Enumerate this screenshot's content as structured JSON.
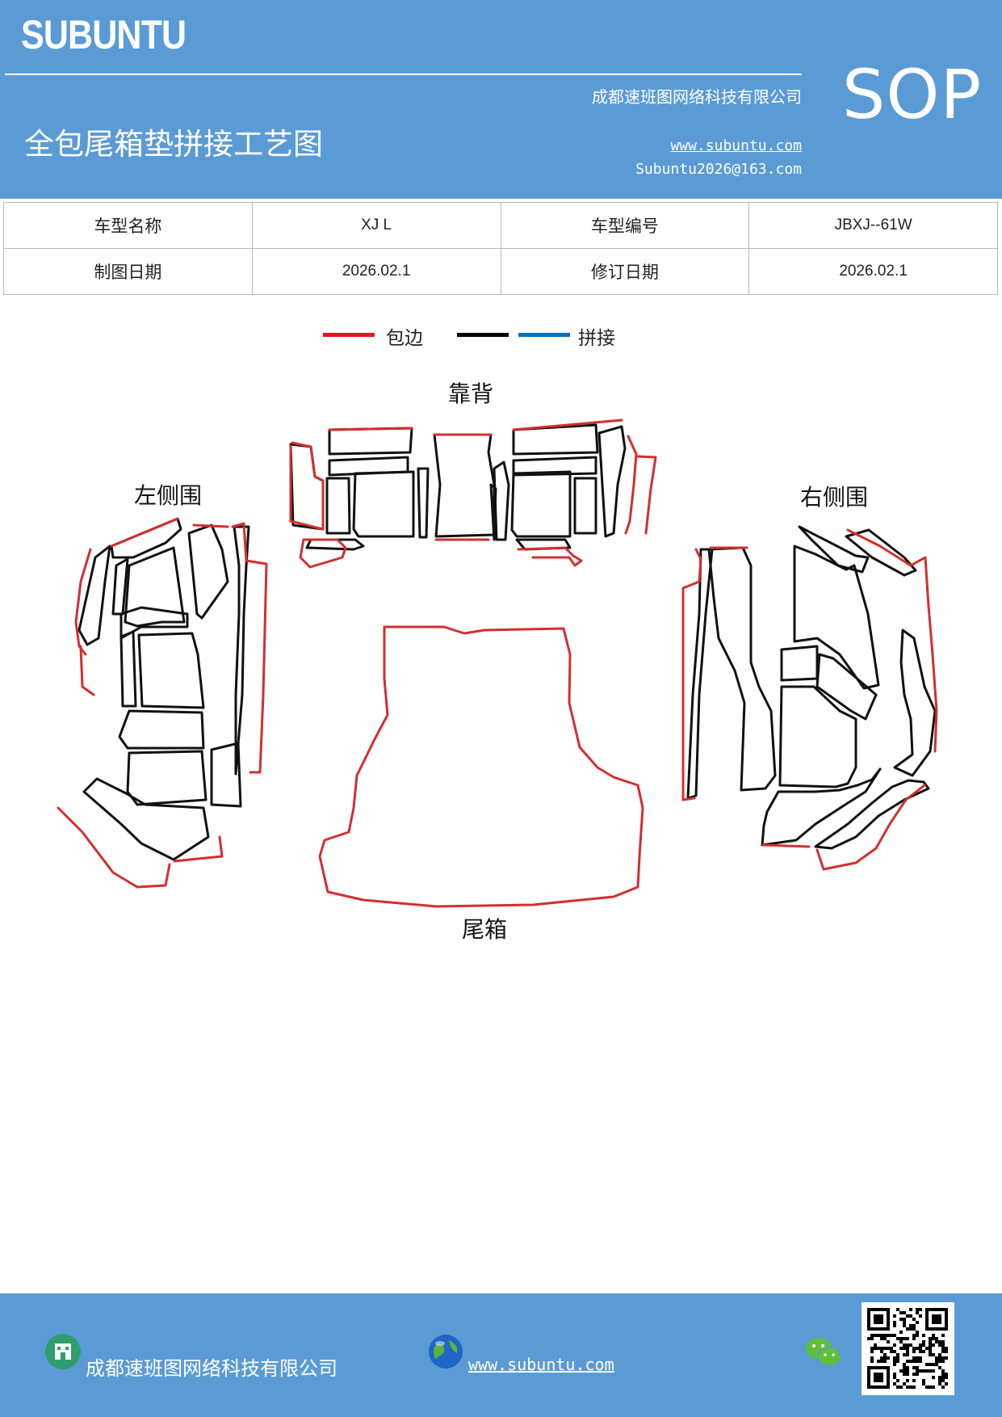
{
  "header": {
    "brand": "SUBUNTU",
    "company": "成都速班图网络科技有限公司",
    "title": "全包尾箱垫拼接工艺图",
    "website": "www.subuntu.com",
    "email": "Subuntu2026@163.com",
    "badge": "SOP"
  },
  "info_table": {
    "rows": [
      {
        "label1": "车型名称",
        "value1": "XJ L",
        "label2": "车型编号",
        "value2": "JBXJ--61W"
      },
      {
        "label1": "制图日期",
        "value1": "2026.02.1",
        "label2": "修订日期",
        "value2": "2026.02.1"
      }
    ]
  },
  "legend": {
    "items": [
      {
        "label": "包边",
        "color": "#e8141c"
      },
      {
        "label": "",
        "color": "#000000"
      },
      {
        "label": "拼接",
        "color": "#0070c0"
      }
    ]
  },
  "diagram": {
    "labels": {
      "backrest": "靠背",
      "left_side": "左侧围",
      "right_side": "右侧围",
      "trunk": "尾箱"
    },
    "colors": {
      "edge": "#d32f2f",
      "seam": "#111111"
    }
  },
  "footer": {
    "company": "成都速班图网络科技有限公司",
    "website": "www.subuntu.com",
    "icons": [
      "building-icon",
      "globe-icon",
      "wechat-icon",
      "qr-code"
    ]
  }
}
